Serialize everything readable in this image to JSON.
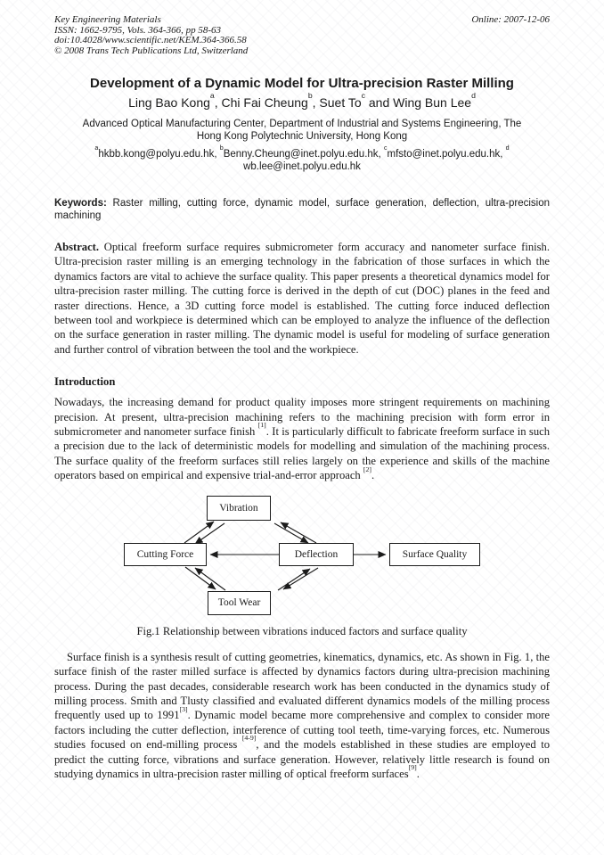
{
  "header": {
    "journal": "Key Engineering Materials",
    "issn_line": "ISSN: 1662-9795, Vols. 364-366, pp 58-63",
    "doi_line": "doi:10.4028/www.scientific.net/KEM.364-366.58",
    "copyright_line": "© 2008 Trans Tech Publications Ltd, Switzerland",
    "online_date": "Online: 2007-12-06"
  },
  "title": "Development of a Dynamic Model for Ultra-precision Raster Milling",
  "authors": [
    {
      "t": "Ling Bao Kong"
    },
    {
      "t": "a",
      "s": "sup"
    },
    {
      "t": ", Chi Fai Cheung"
    },
    {
      "t": "b",
      "s": "sup"
    },
    {
      "t": ", Suet To"
    },
    {
      "t": "c",
      "s": "sup"
    },
    {
      "t": " and Wing Bun Lee"
    },
    {
      "t": "d",
      "s": "sup"
    }
  ],
  "affiliation": [
    {
      "t": "Advanced Optical Manufacturing Center, Department of Industrial and Systems Engineering, The"
    },
    {
      "s": "br"
    },
    {
      "t": "Hong Kong Polytechnic University, Hong Kong"
    }
  ],
  "emails": [
    {
      "t": "a",
      "s": "sup"
    },
    {
      "t": "hkbb.kong@polyu.edu.hk, "
    },
    {
      "t": "b",
      "s": "sup"
    },
    {
      "t": "Benny.Cheung@inet.polyu.edu.hk,  "
    },
    {
      "t": "c",
      "s": "sup"
    },
    {
      "t": "mfsto@inet.polyu.edu.hk, "
    },
    {
      "t": "d",
      "s": "sup"
    },
    {
      "s": "br"
    },
    {
      "t": "wb.lee@inet.polyu.edu.hk"
    }
  ],
  "keywords": [
    {
      "t": "Keywords:",
      "s": "b"
    },
    {
      "t": " Raster milling, cutting force, dynamic model, surface generation, deflection, ultra-precision machining"
    }
  ],
  "abstract": [
    {
      "t": "Abstract.",
      "s": "b"
    },
    {
      "t": " Optical freeform surface requires submicrometer form accuracy and nanometer surface finish. Ultra-precision raster milling is an emerging technology in the fabrication of those surfaces in which the dynamics factors are vital to achieve the surface quality. This paper presents a theoretical dynamics model for ultra-precision raster milling. The cutting force is derived in the depth of cut (DOC) planes in the feed and raster directions. Hence, a 3D cutting force model is established. The cutting force induced deflection between tool and workpiece is determined which can be employed to analyze the influence of the deflection on the surface generation in raster milling. The dynamic model is useful for modeling of surface generation and further control of vibration between the tool and the workpiece."
    }
  ],
  "introduction": {
    "heading": "Introduction",
    "para1": [
      {
        "t": "Nowadays, the increasing demand for product quality imposes more stringent requirements on machining precision. At present, ultra-precision machining refers to the machining precision with form error in submicrometer and nanometer surface finish "
      },
      {
        "t": "[1]",
        "s": "sup"
      },
      {
        "t": ". It is particularly difficult to fabricate freeform surface in such a precision due to the lack of deterministic models for modelling and simulation of the machining process. The surface quality of the freeform surfaces still relies largely on the experience and skills of the machine operators based on empirical and expensive trial-and-error approach "
      },
      {
        "t": "[2]",
        "s": "sup"
      },
      {
        "t": "."
      }
    ],
    "para2": [
      {
        "t": "Surface finish is a synthesis result of cutting geometries, kinematics, dynamics, etc. As shown in Fig. 1, the surface finish of the raster milled surface is affected by dynamics factors during ultra-precision machining process. During the past decades, considerable research work has been conducted in the dynamics study of milling process. Smith and Tlusty classified and evaluated different dynamics models of the milling process frequently used up to 1991"
      },
      {
        "t": "[3]",
        "s": "sup"
      },
      {
        "t": ". Dynamic model became more comprehensive and complex to consider more factors including the cutter deflection, interference of cutting tool teeth, time-varying forces, etc. Numerous studies focused on end-milling process "
      },
      {
        "t": "[4-9]",
        "s": "sup"
      },
      {
        "t": ", and the models established in these studies are employed to predict the cutting force, vibrations and surface generation. However, relatively little research is found on studying dynamics in ultra-precision raster milling of optical freeform surfaces"
      },
      {
        "t": "[9]",
        "s": "sup"
      },
      {
        "t": "."
      }
    ]
  },
  "figure": {
    "nodes": {
      "vibration": "Vibration",
      "cutting_force": "Cutting Force",
      "deflection": "Deflection",
      "surface_quality": "Surface Quality",
      "tool_wear": "Tool Wear"
    },
    "caption": "Fig.1 Relationship between vibrations induced factors and surface quality"
  }
}
